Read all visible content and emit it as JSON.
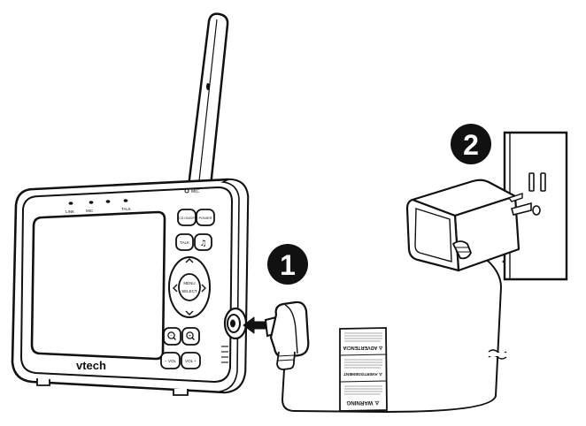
{
  "diagram": {
    "steps": [
      {
        "number": "1"
      },
      {
        "number": "2"
      }
    ],
    "monitor": {
      "brand": "vtech",
      "indicators": [
        "LINK",
        "MIC",
        "TALK"
      ],
      "mic_label": "MIC",
      "buttons": {
        "lcd": "LCD ON/OFF",
        "power": "POWER",
        "talk": "TALK",
        "music": "♫",
        "menu": "MENU",
        "select": "SELECT",
        "zoom_out": "−",
        "zoom_in": "+",
        "vol_down": "− VOL",
        "vol_up": "VOL +"
      }
    },
    "cord_tag": {
      "lines": [
        "⚠ WARNING",
        "⚠ AVERTISSEMENT",
        "⚠ ADVERTENCIA"
      ]
    },
    "colors": {
      "line": "#111111",
      "fill": "#ffffff",
      "badge": "#111111",
      "badge_text": "#ffffff"
    }
  }
}
